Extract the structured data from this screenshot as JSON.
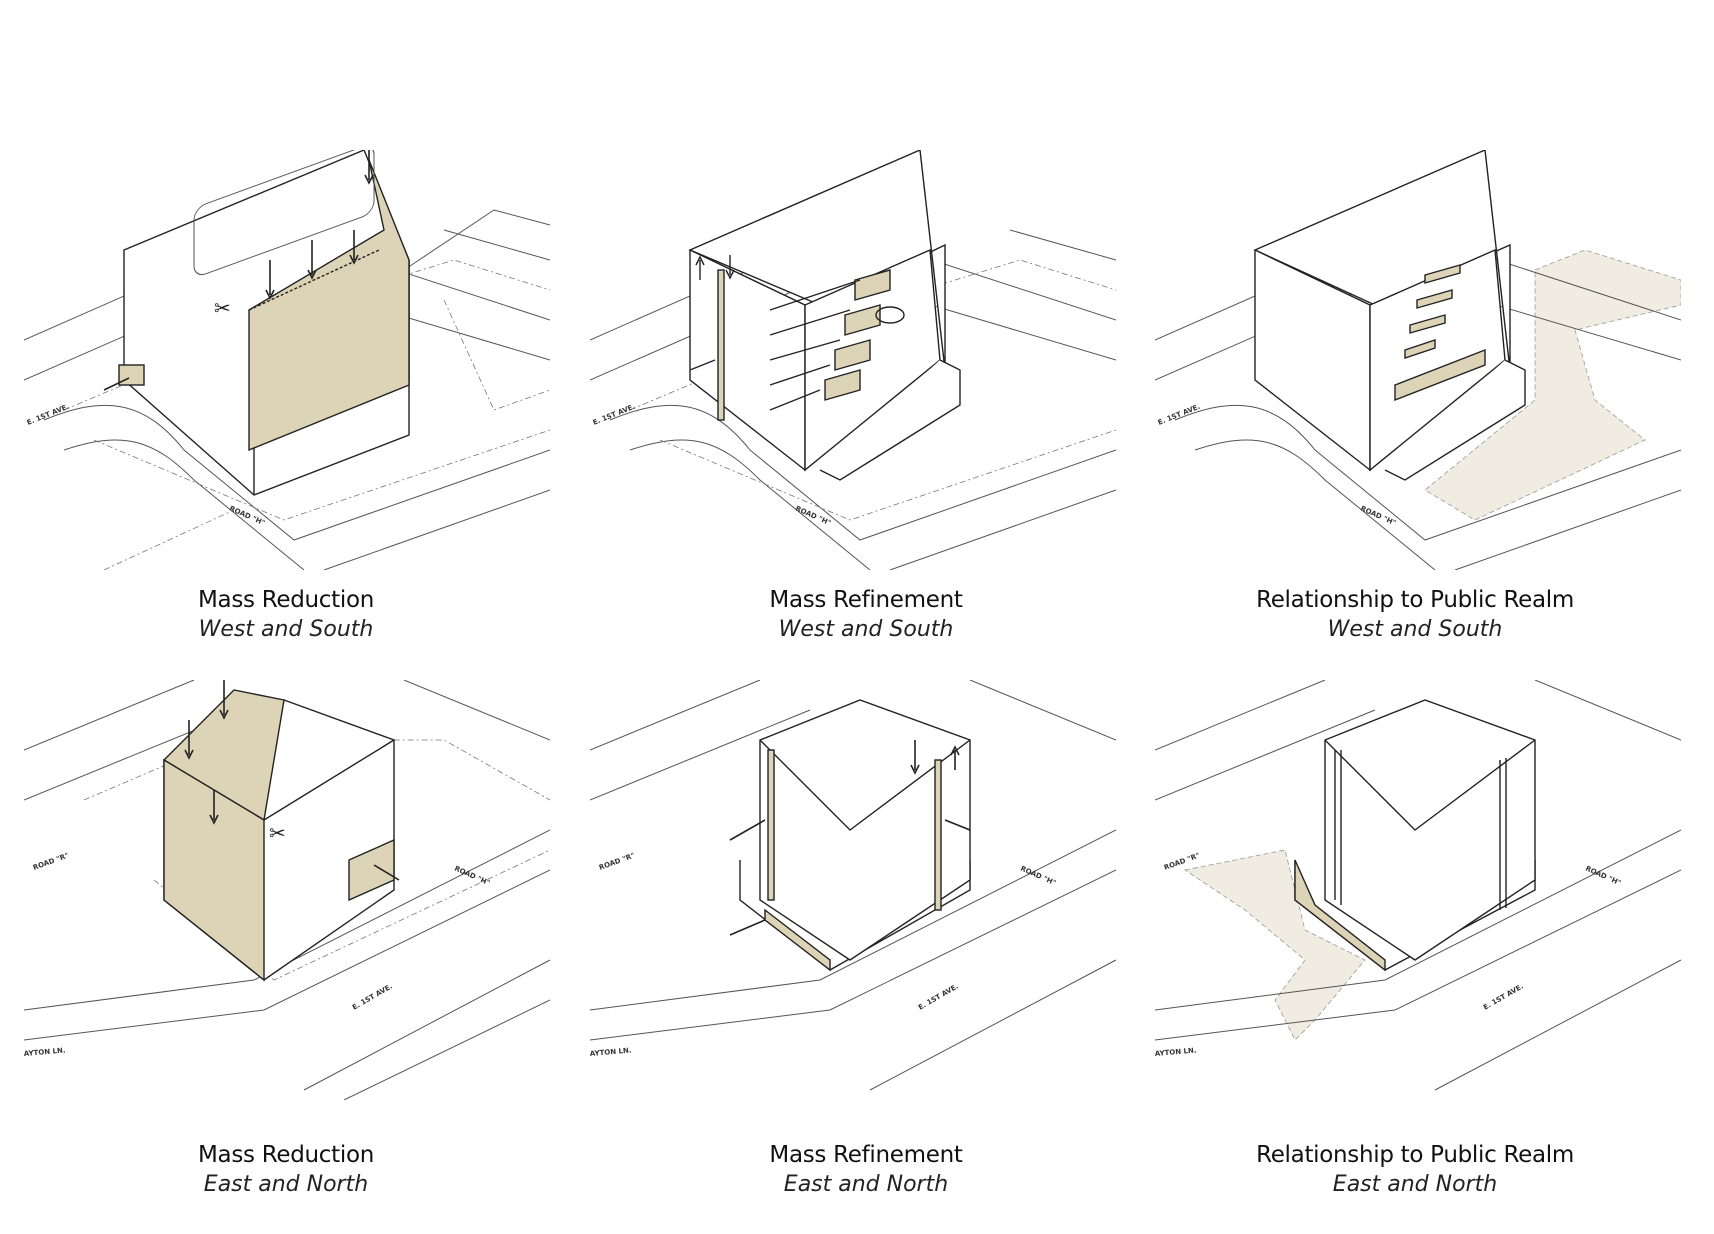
{
  "accent_fill": "#ddd3b6",
  "public_realm_fill": "#f1ece2",
  "stroke_color": "#222222",
  "panels": [
    {
      "title": "Mass Reduction",
      "subtitle": "West and South",
      "roads": [
        "E. 1ST AVE.",
        "ROAD \"H\""
      ]
    },
    {
      "title": "Mass Refinement",
      "subtitle": "West and South",
      "roads": [
        "E. 1ST AVE.",
        "ROAD \"H\""
      ]
    },
    {
      "title": "Relationship to Public Realm",
      "subtitle": "West and South",
      "roads": [
        "E. 1ST AVE.",
        "ROAD \"H\""
      ]
    },
    {
      "title": "Mass Reduction",
      "subtitle": "East and North",
      "roads": [
        "ROAD \"R\"",
        "ROAD \"H\"",
        "E. 1ST AVE.",
        "AYTON LN."
      ]
    },
    {
      "title": "Mass Refinement",
      "subtitle": "East and North",
      "roads": [
        "ROAD \"R\"",
        "ROAD \"H\"",
        "E. 1ST AVE.",
        "AYTON LN."
      ]
    },
    {
      "title": "Relationship to Public Realm",
      "subtitle": "East and North",
      "roads": [
        "ROAD \"R\"",
        "ROAD \"H\"",
        "E. 1ST AVE.",
        "AYTON LN."
      ]
    }
  ]
}
